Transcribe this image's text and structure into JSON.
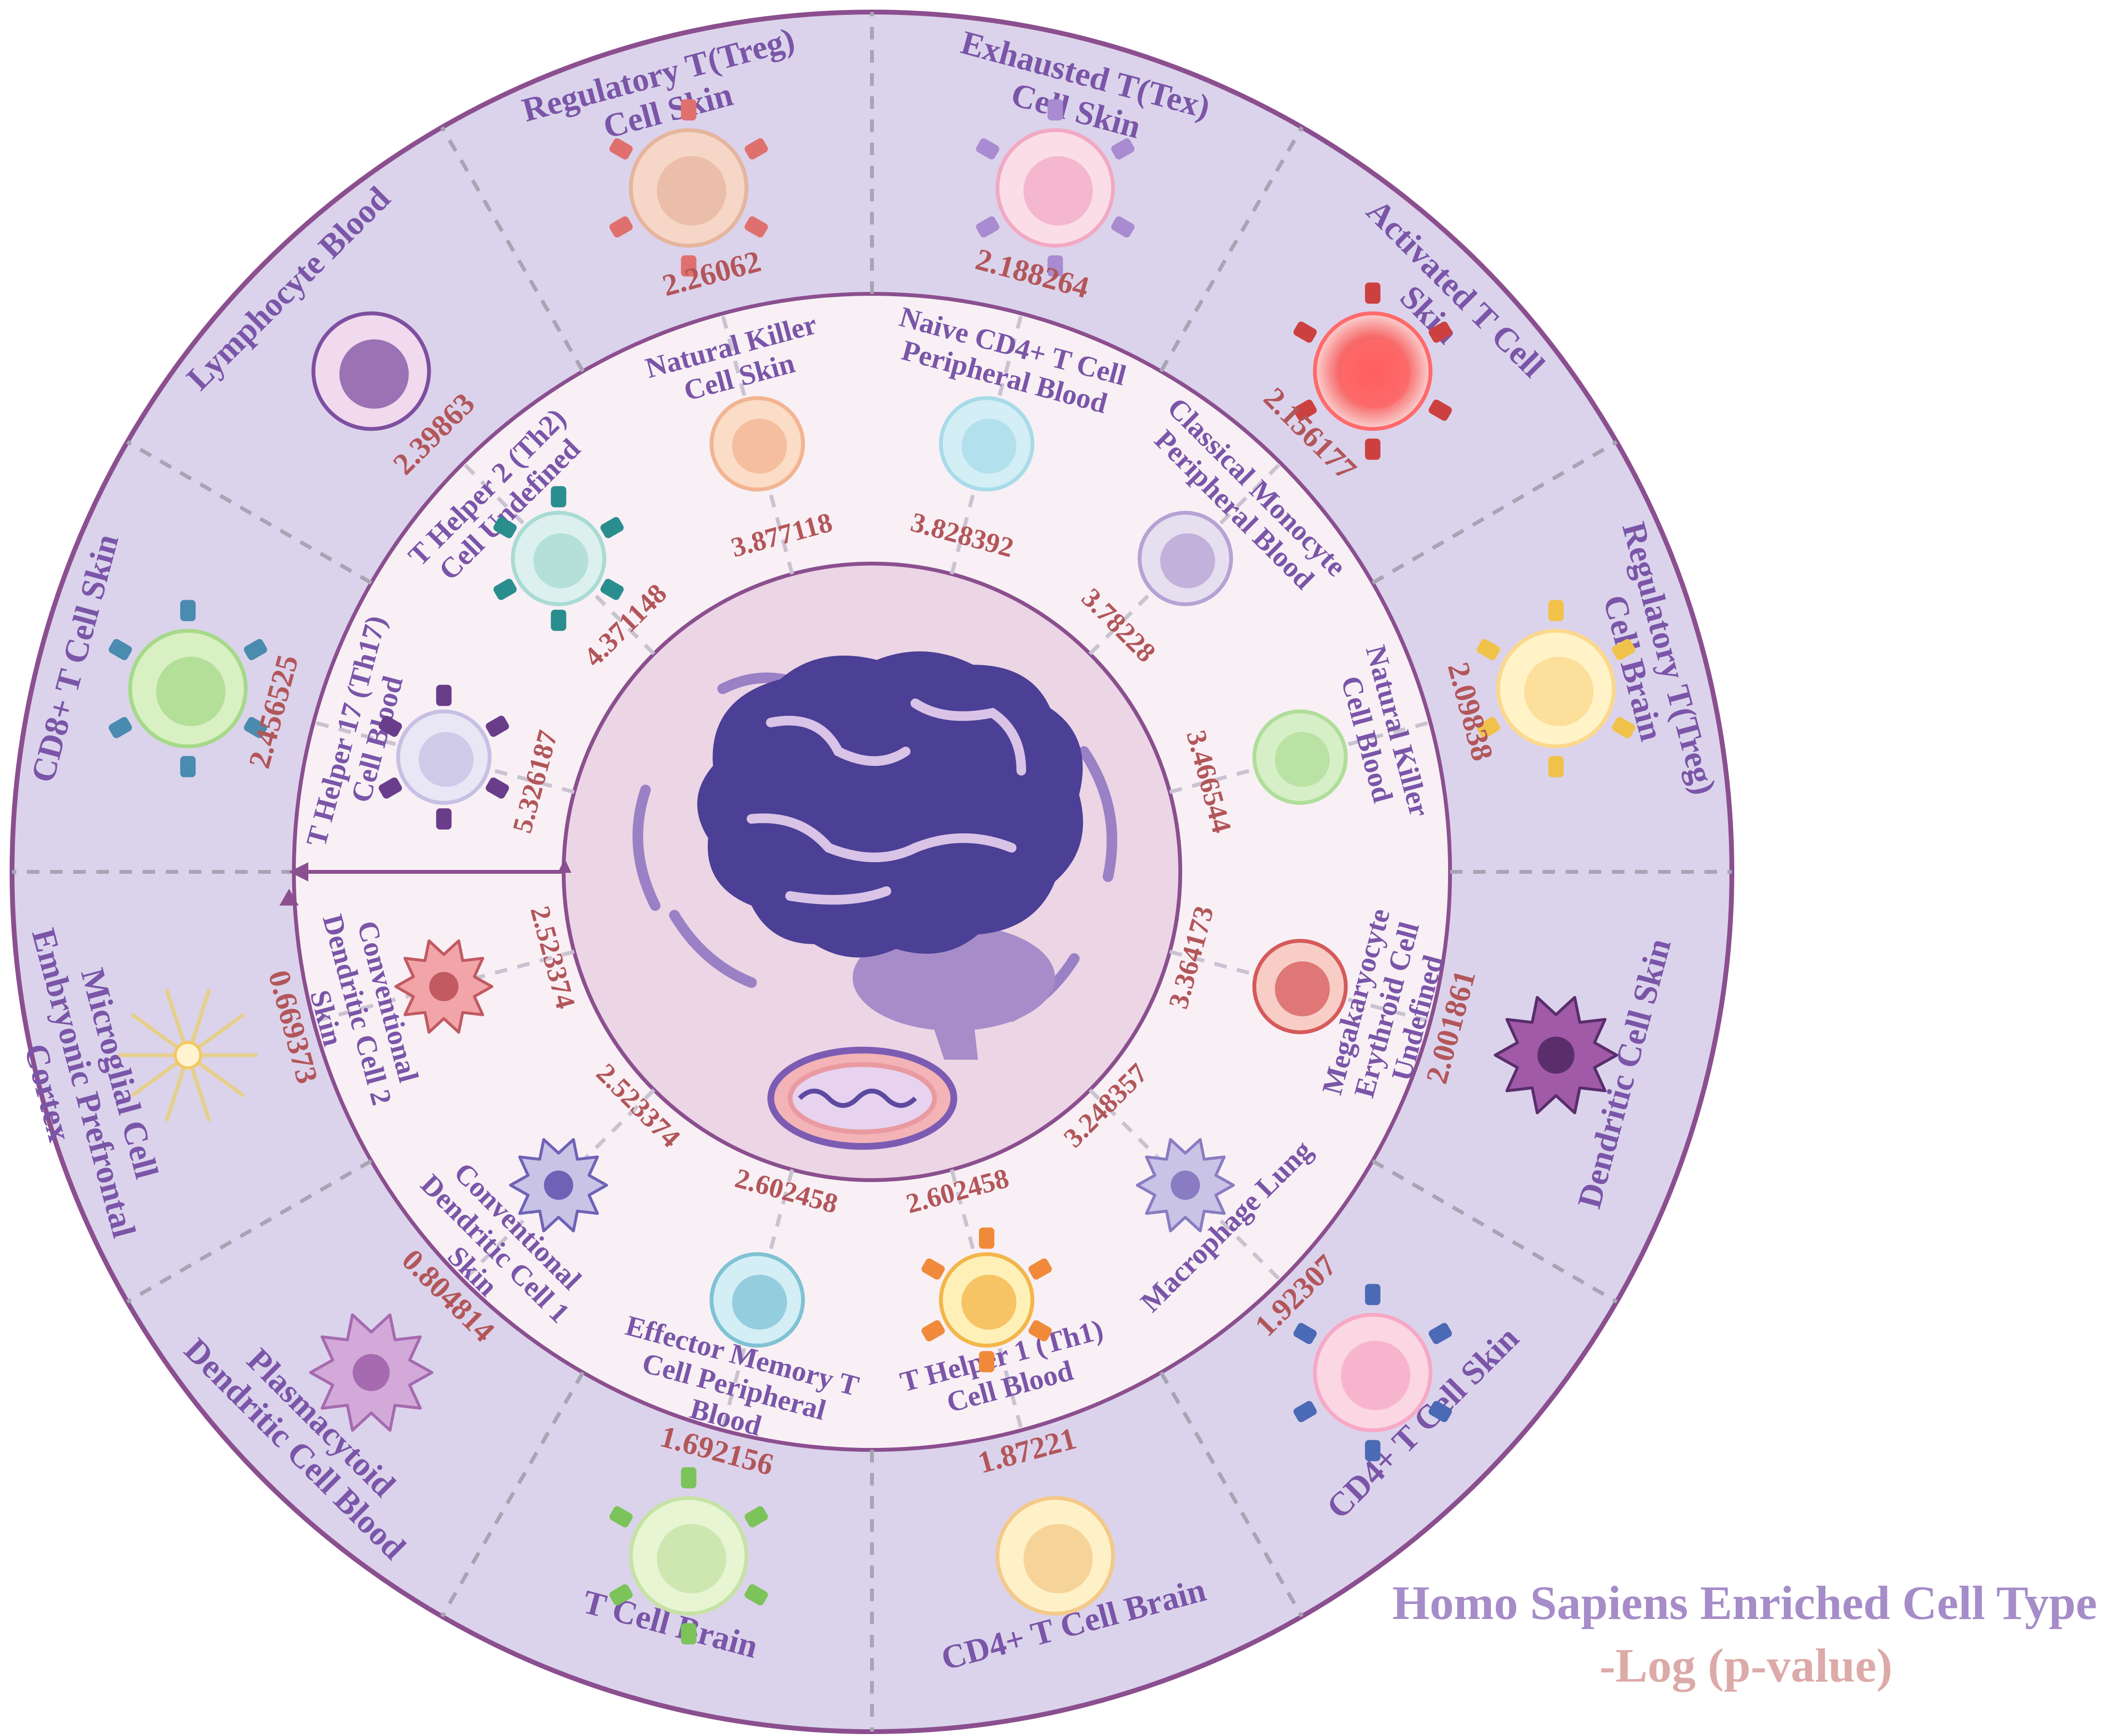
{
  "legend": {
    "title": "Homo Sapiens Enriched Cell Type",
    "subtitle": "-Log (p-value)"
  },
  "colors": {
    "outer_ring": "#dbd3eb",
    "inner_ring": "#f8f0f5",
    "center": "#ecd5e5",
    "border": "#8b4f8f",
    "label": "#7a55a8",
    "value": "#b2565a",
    "brain": "#4b3f96"
  },
  "outer_ring": [
    {
      "label": "Regulatory T(Treg) Cell Skin",
      "value": "2.26062",
      "icon": "treg-cell-icon"
    },
    {
      "label": "Exhausted T(Tex) Cell Skin",
      "value": "2.188264",
      "icon": "tex-cell-icon"
    },
    {
      "label": "Activated T Cell Skin",
      "value": "2.156177",
      "icon": "activated-t-cell-icon"
    },
    {
      "label": "Regulatory T(Treg) Cell Brain",
      "value": "2.09838",
      "icon": "treg-brain-cell-icon"
    },
    {
      "label": "Dendritic Cell Skin",
      "value": "2.001861",
      "icon": "dendritic-cell-icon"
    },
    {
      "label": "CD4+ T Cell Skin",
      "value": "1.92307",
      "icon": "cd4-t-cell-icon"
    },
    {
      "label": "CD4+ T Cell Brain",
      "value": "1.87221",
      "icon": "cd4-t-brain-cell-icon"
    },
    {
      "label": "T Cell Brain",
      "value": "1.692156",
      "icon": "t-cell-icon"
    },
    {
      "label": "Plasmacytoid Dendritic Cell Blood",
      "value": "0.804814",
      "icon": "plasmacytoid-dendritic-cell-icon"
    },
    {
      "label": "Microglial Cell Embryonic Prefrontal Cortex",
      "value": "0.669373",
      "icon": "microglial-cell-icon"
    },
    {
      "label": "CD8+ T Cell Skin",
      "value": "2.456525",
      "icon": "cd8-t-cell-icon"
    },
    {
      "label": "Lymphocyte Blood",
      "value": "2.39863",
      "icon": "lymphocyte-icon"
    }
  ],
  "inner_ring": [
    {
      "label": "Naive CD4+ T Cell Peripheral Blood",
      "value": "3.828392",
      "icon": "naive-cd4-cell-icon"
    },
    {
      "label": "Classical Monocyte Peripheral Blood",
      "value": "3.78228",
      "icon": "monocyte-icon"
    },
    {
      "label": "Natural Killer Cell Blood",
      "value": "3.466544",
      "icon": "nk-cell-blood-icon"
    },
    {
      "label": "Megakaryocyte Erythroid Cell Undefined",
      "value": "3.364173",
      "icon": "megakaryocyte-icon"
    },
    {
      "label": "Macrophage Lung",
      "value": "3.248357",
      "icon": "macrophage-icon"
    },
    {
      "label": "T Helper 1 (Th1) Cell Blood",
      "value": "2.602458",
      "icon": "th1-cell-icon"
    },
    {
      "label": "Effector Memory T Cell Peripheral Blood",
      "value": "2.602458",
      "icon": "effector-memory-cell-icon"
    },
    {
      "label": "Conventional Dendritic Cell 1 Skin",
      "value": "2.523374",
      "icon": "cdc1-cell-icon"
    },
    {
      "label": "Conventional Dendritic Cell 2 Skin",
      "value": "2.523374",
      "icon": "cdc2-cell-icon"
    },
    {
      "label": "T Helper 17 (Th17) Cell Blood",
      "value": "5.326187",
      "icon": "th17-cell-icon"
    },
    {
      "label": "T Helper 2 (Th2) Cell Undefined",
      "value": "4.371148",
      "icon": "th2-cell-icon"
    },
    {
      "label": "Natural Killer Cell Skin",
      "value": "3.877118",
      "icon": "nk-cell-skin-icon"
    }
  ],
  "center": {
    "icons": [
      "brain-icon",
      "virus-icon"
    ]
  }
}
